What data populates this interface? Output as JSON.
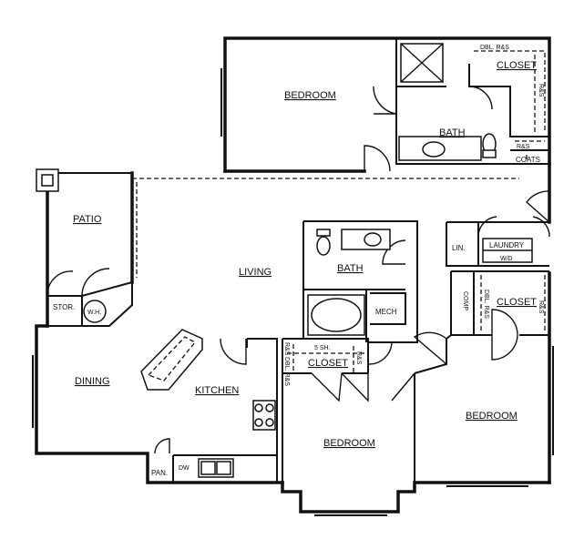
{
  "rooms": {
    "bedroom_top": "BEDROOM",
    "bath_top": "BATH",
    "closet_top": "CLOSET",
    "coats": "COATS",
    "patio": "PATIO",
    "stor": "STOR.",
    "wh": "W.H.",
    "living": "LIVING",
    "bath_mid": "BATH",
    "mech": "MECH",
    "lin": "LIN.",
    "laundry": "LAUNDRY",
    "comp": "COMP",
    "closet_right": "CLOSET",
    "dining": "DINING",
    "kitchen": "KITCHEN",
    "closet_mid": "CLOSET",
    "bedroom_mid": "BEDROOM",
    "bedroom_right": "BEDROOM",
    "pan": "PAN."
  },
  "notes": {
    "dbl_rs_top": "DBL. R&S",
    "rs_top_right": "R&S",
    "rs_coats": "R&S",
    "shelf_5": "5 SH.",
    "rs_closet_left": "R&S",
    "dbl_rs_closet_left": "DBL. R&S",
    "rs_closet_right": "R&S",
    "dbl_rs_right": "DBL. R&S",
    "rs_right": "R&S",
    "wd": "W/D",
    "dw": "DW"
  }
}
